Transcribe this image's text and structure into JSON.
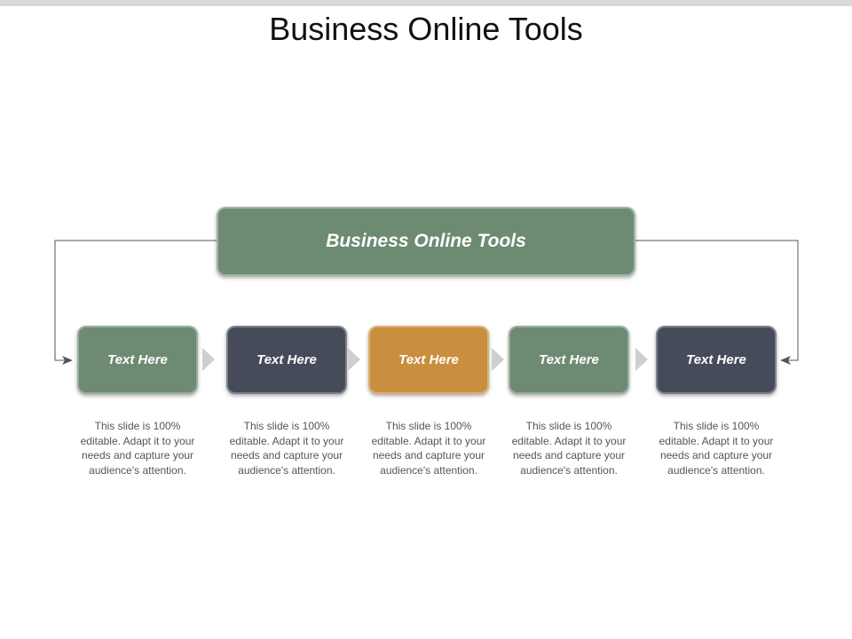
{
  "title": "Business Online Tools",
  "main_box": {
    "label": "Business Online Tools",
    "color": "#6d8b73"
  },
  "steps": [
    {
      "label": "Text Here",
      "color": "#6d8b73",
      "description": "This slide is 100% editable. Adapt it to your needs and capture your audience's attention."
    },
    {
      "label": "Text Here",
      "color": "#464b5a",
      "description": "This slide is 100% editable. Adapt it to your needs and capture your audience's attention."
    },
    {
      "label": "Text Here",
      "color": "#c98e3e",
      "description": "This slide is 100% editable. Adapt it to your needs and capture your audience's attention."
    },
    {
      "label": "Text Here",
      "color": "#6d8b73",
      "description": "This slide is 100% editable. Adapt it to your needs and capture your audience's attention."
    },
    {
      "label": "Text Here",
      "color": "#464b5a",
      "description": "This slide is 100% editable. Adapt it to your needs and capture your audience's attention."
    }
  ],
  "colors": {
    "connector": "#555555",
    "chevron": "#cfcfcf"
  }
}
